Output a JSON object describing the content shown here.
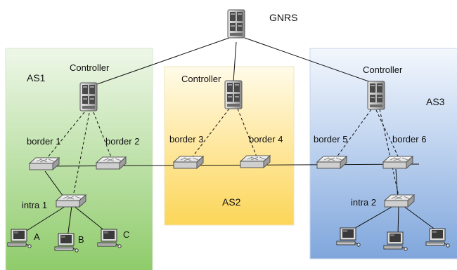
{
  "labels": {
    "gnrs": "GNRS",
    "as1": "AS1",
    "as2": "AS2",
    "as3": "AS3",
    "controller_as1": "Controller",
    "controller_as2": "Controller",
    "controller_as3": "Controller",
    "border1": "border 1",
    "border2": "border 2",
    "border3": "border 3",
    "border4": "border 4",
    "border5": "border 5",
    "border6": "border 6",
    "intra1": "intra 1",
    "intra2": "intra 2",
    "host_a": "A",
    "host_b": "B",
    "host_c": "C"
  },
  "colors": {
    "as1_top": "#eef7e8",
    "as1_bottom": "#8ecb6a",
    "as2_top": "#fffbe9",
    "as2_bottom": "#fcd659",
    "as3_top": "#f3f7fd",
    "as3_bottom": "#7fa6dc",
    "line": "#111111"
  },
  "icons": {
    "server": "server-icon",
    "switch": "switch-icon",
    "computer": "computer-icon"
  }
}
